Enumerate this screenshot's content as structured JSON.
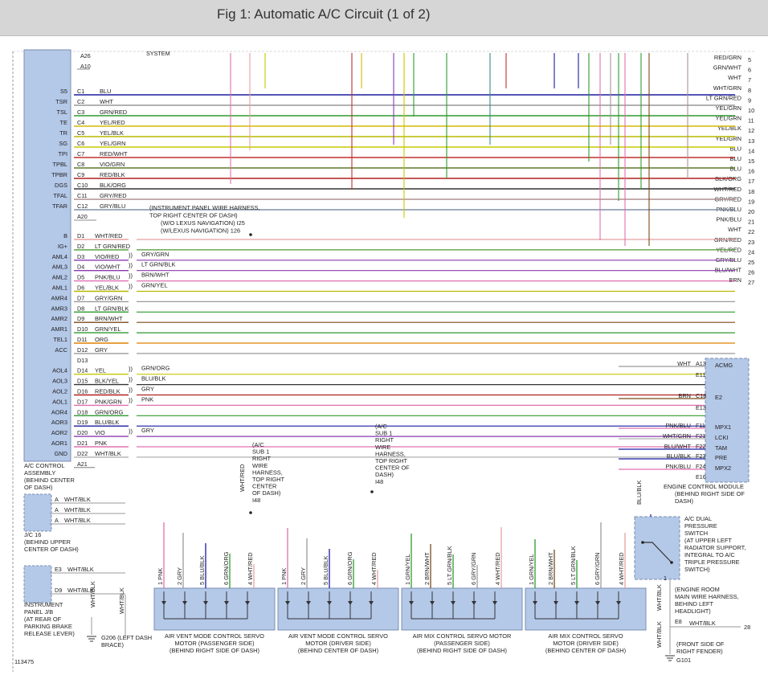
{
  "header": {
    "title": "Fig 1: Automatic A/C Circuit (1 of 2)"
  },
  "colors": {
    "BLU": "#1a1aa0",
    "WHT": "#999999",
    "GRN/RED": "#2e9a2e",
    "TSL": "#2e9a2e",
    "YEL/RED": "#d6b800",
    "YEL/BLK": "#b8b800",
    "YEL/GRN": "#c8c800",
    "RED/WHT": "#c03030",
    "VIO/GRN": "#5c7a2a",
    "RED/BLK": "#b02020",
    "BLK/ORG": "#333333",
    "GRY/RED": "#b09090",
    "GRY/BLU": "#7f90a8",
    "WHT/RED": "#e8a0a0",
    "LT GRN/RED": "#4c9a30",
    "PNK": "#e070b0",
    "GRN": "#2e9a2e",
    "ORG": "#e08000",
    "BRN": "#7a4a1a",
    "GRY": "#9a9a9a",
    "PURPLE": "#8a3ab0"
  },
  "ecu": {
    "top_pins": [
      {
        "pin": "A26"
      },
      {
        "pin": "A10"
      }
    ],
    "system_label": "SYSTEM",
    "rows": [
      {
        "term": "S5",
        "pin": "C1",
        "wire": "BLU"
      },
      {
        "term": "TSR",
        "pin": "C2",
        "wire": "WHT"
      },
      {
        "term": "TSL",
        "pin": "C3",
        "wire": "GRN/RED"
      },
      {
        "term": "TE",
        "pin": "C4",
        "wire": "YEL/RED"
      },
      {
        "term": "TR",
        "pin": "C5",
        "wire": "YEL/BLK"
      },
      {
        "term": "SG",
        "pin": "C6",
        "wire": "YEL/GRN"
      },
      {
        "term": "TPI",
        "pin": "C7",
        "wire": "RED/WHT"
      },
      {
        "term": "TPBL",
        "pin": "C8",
        "wire": "VIO/GRN"
      },
      {
        "term": "TPBR",
        "pin": "C9",
        "wire": "RED/BLK"
      },
      {
        "term": "DGS",
        "pin": "C10",
        "wire": "BLK/ORG"
      },
      {
        "term": "TFAL",
        "pin": "C11",
        "wire": "GRY/RED"
      },
      {
        "term": "TFAR",
        "pin": "C12",
        "wire": "GRY/BLU"
      }
    ],
    "a20": "A20",
    "d_rows": [
      {
        "term": "B",
        "pin": "D1",
        "wire": "WHT/RED",
        "wire2": ""
      },
      {
        "term": "IG+",
        "pin": "D2",
        "wire": "LT GRN/RED",
        "wire2": ""
      },
      {
        "term": "AML4",
        "pin": "D3",
        "wire": "VIO/RED",
        "wire2": "GRY/GRN"
      },
      {
        "term": "AML3",
        "pin": "D4",
        "wire": "VIO/WHT",
        "wire2": "LT GRN/BLK"
      },
      {
        "term": "AML2",
        "pin": "D5",
        "wire": "PNK/BLU",
        "wire2": "BRN/WHT"
      },
      {
        "term": "AML1",
        "pin": "D6",
        "wire": "YEL/BLK",
        "wire2": "GRN/YEL"
      },
      {
        "term": "AMR4",
        "pin": "D7",
        "wire": "GRY/GRN",
        "wire2": ""
      },
      {
        "term": "AMR3",
        "pin": "D8",
        "wire": "LT GRN/BLK",
        "wire2": ""
      },
      {
        "term": "AMR2",
        "pin": "D9",
        "wire": "BRN/WHT",
        "wire2": ""
      },
      {
        "term": "AMR1",
        "pin": "D10",
        "wire": "GRN/YEL",
        "wire2": ""
      },
      {
        "term": "TEL1",
        "pin": "D11",
        "wire": "ORG",
        "wire2": ""
      },
      {
        "term": "ACC",
        "pin": "D12",
        "wire": "GRY",
        "wire2": ""
      },
      {
        "term": "",
        "pin": "D13",
        "wire": "",
        "wire2": ""
      },
      {
        "term": "AOL4",
        "pin": "D14",
        "wire": "YEL",
        "wire2": "GRN/ORG"
      },
      {
        "term": "AOL3",
        "pin": "D15",
        "wire": "BLK/YEL",
        "wire2": "BLU/BLK"
      },
      {
        "term": "AOL2",
        "pin": "D16",
        "wire": "RED/BLK",
        "wire2": "GRY"
      },
      {
        "term": "AOL1",
        "pin": "D17",
        "wire": "PNK/GRN",
        "wire2": "PNK"
      },
      {
        "term": "AOR4",
        "pin": "D18",
        "wire": "GRN/ORG",
        "wire2": ""
      },
      {
        "term": "AOR3",
        "pin": "D19",
        "wire": "BLU/BLK",
        "wire2": ""
      },
      {
        "term": "AOR2",
        "pin": "D20",
        "wire": "VIO",
        "wire2": "GRY"
      },
      {
        "term": "AOR1",
        "pin": "D21",
        "wire": "PNK",
        "wire2": ""
      },
      {
        "term": "GND",
        "pin": "D22",
        "wire": "WHT/BLK",
        "wire2": ""
      }
    ],
    "a21": "A21",
    "label": [
      "A/C CONTROL",
      "ASSEMBLY",
      "(BEHIND CENTER",
      "OF DASH)"
    ]
  },
  "harness_note": [
    "(INSTRUMENT PANEL WIRE HARNESS,",
    "TOP RIGHT CENTER OF DASH)",
    "(W/O LEXUS NAVIGATION) I25",
    "(W/LEXUS NAVIGATION) 126"
  ],
  "right_wires": [
    {
      "label": "RED/GRN",
      "num": "5"
    },
    {
      "label": "GRN/WHT",
      "num": "6"
    },
    {
      "label": "WHT",
      "num": "7"
    },
    {
      "label": "WHT/GRN",
      "num": "8"
    },
    {
      "label": "LT GRN/RED",
      "num": "9"
    },
    {
      "label": "YEL/GRN",
      "num": "10"
    },
    {
      "label": "YEL/GRN",
      "num": "11"
    },
    {
      "label": "YEL/BLK",
      "num": "12"
    },
    {
      "label": "YEL/GRN",
      "num": "13"
    },
    {
      "label": "BLU",
      "num": "14"
    },
    {
      "label": "BLU",
      "num": "15"
    },
    {
      "label": "BLU",
      "num": "16"
    },
    {
      "label": "BLK/ORG",
      "num": "17"
    },
    {
      "label": "WHT/RED",
      "num": "18"
    },
    {
      "label": "GRY/RED",
      "num": "19"
    },
    {
      "label": "PNK/BLU",
      "num": "20"
    },
    {
      "label": "PNK/BLU",
      "num": "21"
    },
    {
      "label": "WHT",
      "num": "22"
    },
    {
      "label": "GRN/RED",
      "num": "23"
    },
    {
      "label": "YEL/RED",
      "num": "24"
    },
    {
      "label": "GRY/BLU",
      "num": "25"
    },
    {
      "label": "BLU/WHT",
      "num": "26"
    },
    {
      "label": "BRN",
      "num": "27"
    }
  ],
  "ecm": {
    "pins": [
      {
        "wire": "WHT",
        "pin": "A13",
        "term": "ACMG"
      },
      {
        "wire": "",
        "pin": "E11",
        "term": ""
      },
      {
        "wire": "BRN",
        "pin": "C18",
        "term": "E2"
      },
      {
        "wire": "",
        "pin": "E13",
        "term": ""
      },
      {
        "wire": "PNK/BLU",
        "pin": "F11",
        "term": "MPX1"
      },
      {
        "wire": "WHT/GRN",
        "pin": "F21",
        "term": "LCKI"
      },
      {
        "wire": "BLU/WHT",
        "pin": "F22",
        "term": "TAM"
      },
      {
        "wire": "BLU/BLK",
        "pin": "F23",
        "term": "PRE"
      },
      {
        "wire": "PNK/BLU",
        "pin": "F24",
        "term": "MPX2"
      },
      {
        "wire": "",
        "pin": "E16",
        "term": ""
      }
    ],
    "label": [
      "ENGINE CONTROL MODULE",
      "(BEHIND RIGHT SIDE OF",
      "DASH)"
    ]
  },
  "jc16": {
    "rows": [
      {
        "pin": "A",
        "wire": "WHT/BLK"
      },
      {
        "pin": "A",
        "wire": "WHT/BLK"
      },
      {
        "pin": "A",
        "wire": "WHT/BLK"
      }
    ],
    "label": [
      "J/C 16",
      "(BEHIND UPPER",
      "CENTER OF DASH)"
    ]
  },
  "ipjb": {
    "rows": [
      {
        "pin": "E3",
        "wire": "WHT/BLK"
      },
      {
        "pin": "D9",
        "wire": "WHT/BLK"
      }
    ],
    "label": [
      "INSTRUMENT",
      "PANEL J/B",
      "(AT REAR OF",
      "PARKING BRAKE",
      "RELEASE LEVER)"
    ]
  },
  "g206": {
    "wire_v": "WHT/BLK",
    "wire_v2": "WHT/BLK",
    "label": [
      "G206 (LEFT DASH",
      "BRACE)"
    ]
  },
  "sub1_a": {
    "wire": "WHT/RED",
    "label": [
      "(A/C",
      "SUB 1",
      "RIGHT",
      "WIRE",
      "HARNESS,",
      "TOP RIGHT",
      "CENTER",
      "OF DASH)",
      "I48"
    ]
  },
  "sub1_b": {
    "label": [
      "(A/C",
      "SUB 1",
      "RIGHT",
      "WIRE",
      "HARNESS,",
      "TOP RIGHT",
      "CENTER OF",
      "DASH)",
      "I48"
    ]
  },
  "motors": [
    {
      "pins": [
        "1 PNK",
        "2 GRY",
        "5 BLU/BLK",
        "6 GRN/ORG",
        "4 WHT/RED"
      ],
      "label": [
        "AIR VENT MODE CONTROL SERVO",
        "MOTOR (PASSENGER SIDE)",
        "(BEHIND RIGHT SIDE OF DASH)"
      ]
    },
    {
      "pins": [
        "1 PNK",
        "2 GRY",
        "5 BLU/BLK",
        "6 GRN/ORG",
        "4 WHT/RED"
      ],
      "label": [
        "AIR VENT MODE CONTROL SERVO",
        "MOTOR (DRIVER SIDE)",
        "(BEHIND CENTER OF DASH)"
      ]
    },
    {
      "pins": [
        "1 GRN/YEL",
        "2 BRN/WHT",
        "5 LT GRN/BLK",
        "6 GRY/GRN",
        "4 WHT/RED"
      ],
      "label": [
        "AIR MIX CONTROL SERVO MOTOR",
        "(PASSENGER SIDE)",
        "(BEHIND RIGHT SIDE OF DASH)"
      ]
    },
    {
      "pins": [
        "1 GRN/YEL",
        "2 BRN/WHT",
        "5 LT GRN/BLK",
        "6 GRY/GRN",
        "4 WHT/RED"
      ],
      "label": [
        "AIR MIX CONTROL SERVO",
        "MOTOR (DRIVER SIDE)",
        "(BEHIND CENTER OF DASH)"
      ]
    }
  ],
  "switch": {
    "wire": "BLU/BLK",
    "label": [
      "A/C DUAL",
      "PRESSURE",
      "SWITCH",
      "(AT UPPER LEFT",
      "RADIATOR SUPPORT,",
      "INTEGRAL TO A/C",
      "TRIPLE PRESSURE",
      "SWITCH)"
    ],
    "pin": "1"
  },
  "engine_room": {
    "label": [
      "(ENGINE ROOM",
      "MAIN WIRE HARNESS,",
      "BEHIND LEFT",
      "HEADLIGHT)"
    ],
    "pin": "E8",
    "wire": "WHT/BLK",
    "num": "28",
    "wire_v": "WHT/BLK"
  },
  "g101": {
    "wire_v": "WHT/BLK",
    "label": [
      "(FRONT SIDE OF",
      "RIGHT FENDER)"
    ],
    "name": "G101"
  },
  "fig_number": "113475"
}
